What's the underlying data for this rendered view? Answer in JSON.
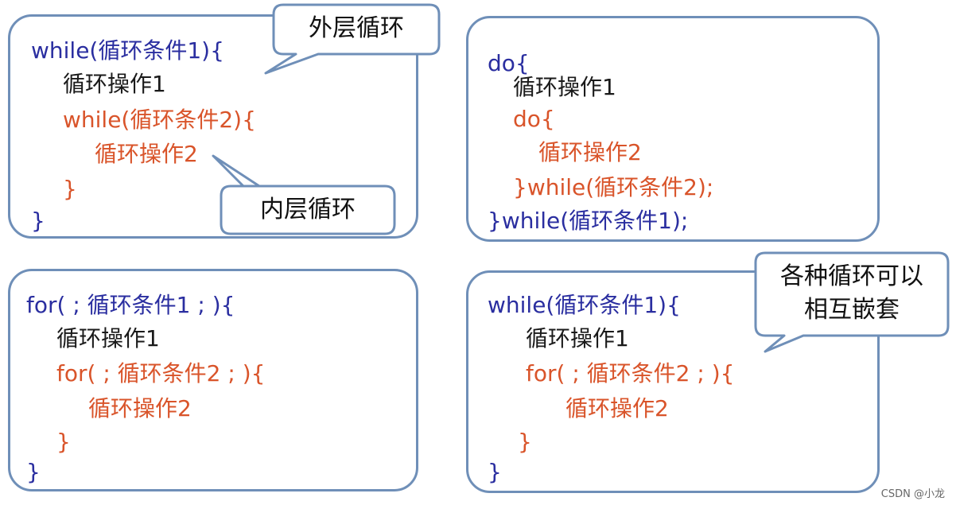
{
  "colors": {
    "outer_loop": "#2a2ea0",
    "inner_loop": "#d9542a",
    "operation": "#1a1a1a",
    "panel_border": "#6f8fb8"
  },
  "panels": [
    {
      "name": "while-nested",
      "lines": [
        {
          "text": "while(循环条件1){",
          "color": "outer"
        },
        {
          "text": "循环操作1",
          "color": "op"
        },
        {
          "text": "while(循环条件2){",
          "color": "inner"
        },
        {
          "text": "循环操作2",
          "color": "inner"
        },
        {
          "text": "}",
          "color": "inner"
        },
        {
          "text": "}",
          "color": "outer"
        }
      ]
    },
    {
      "name": "do-while-nested",
      "lines": [
        {
          "text": "do{",
          "color": "outer"
        },
        {
          "text": "循环操作1",
          "color": "op"
        },
        {
          "text": "do{",
          "color": "inner"
        },
        {
          "text": "循环操作2",
          "color": "inner"
        },
        {
          "text": "}while(循环条件2);",
          "color": "inner"
        },
        {
          "text": "}while(循环条件1);",
          "color": "outer"
        }
      ]
    },
    {
      "name": "for-nested",
      "lines": [
        {
          "text": "for( ; 循环条件1 ; ){",
          "color": "outer"
        },
        {
          "text": "循环操作1",
          "color": "op"
        },
        {
          "text": "for( ; 循环条件2 ; ){",
          "color": "inner"
        },
        {
          "text": "循环操作2",
          "color": "inner"
        },
        {
          "text": "}",
          "color": "inner"
        },
        {
          "text": "}",
          "color": "outer"
        }
      ]
    },
    {
      "name": "while-for-mixed",
      "lines": [
        {
          "text": "while(循环条件1){",
          "color": "outer"
        },
        {
          "text": "循环操作1",
          "color": "op"
        },
        {
          "text": "for( ; 循环条件2 ; ){",
          "color": "inner"
        },
        {
          "text": "循环操作2",
          "color": "inner"
        },
        {
          "text": "}",
          "color": "inner"
        },
        {
          "text": "}",
          "color": "outer"
        }
      ]
    }
  ],
  "callouts": {
    "outer_loop": "外层循环",
    "inner_loop": "内层循环",
    "mixed_line1": "各种循环可以",
    "mixed_line2": "相互嵌套"
  },
  "watermark": "CSDN @小龙"
}
